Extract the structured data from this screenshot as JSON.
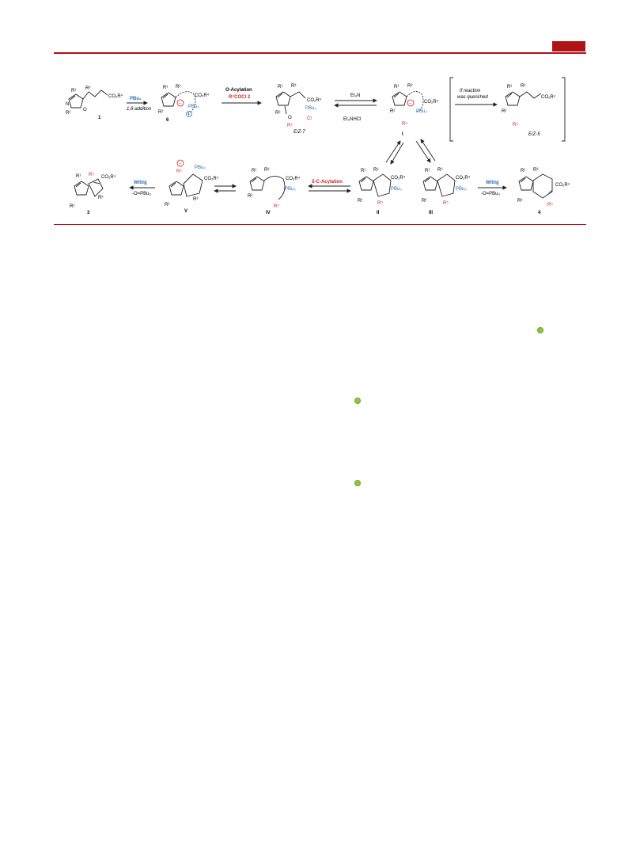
{
  "labels": {
    "c1": "1",
    "c6": "6",
    "c7": "E/Z-7",
    "cI": "I",
    "c5": "E/Z-5",
    "cII": "II",
    "cIII": "III",
    "c4": "4",
    "cIV": "IV",
    "cV": "V",
    "c3": "3"
  },
  "arrows": {
    "a1_top": "PBu₃",
    "a1_bot": "1,6-addition",
    "a2_top": "O-Acylation",
    "a2_mid": "R⁵COCl 2",
    "a3_top": "Et₃N",
    "a3_bot": "Et₃NHCl",
    "quench_1": "If reaction",
    "quench_2": "was quenched",
    "wittig_right_top": "Wittig",
    "wittig_right_bot": "-O=PBu₃",
    "acyl_c": "δ-C-Acylation",
    "wittig_left_top": "Wittig",
    "wittig_left_bot": "-O=PBu₃"
  },
  "groups": {
    "co2r4": "CO₂R⁴",
    "pbu3": "PBu₃",
    "r1": "R¹",
    "r2": "R²",
    "r3": "R³",
    "r5": "R⁵",
    "n": "N",
    "o": "O",
    "cl": "Cl"
  },
  "colors": {
    "accent_red": "#b01217",
    "blue": "#2a6db5",
    "red": "#d11f1f",
    "green": "#8cc63f"
  }
}
